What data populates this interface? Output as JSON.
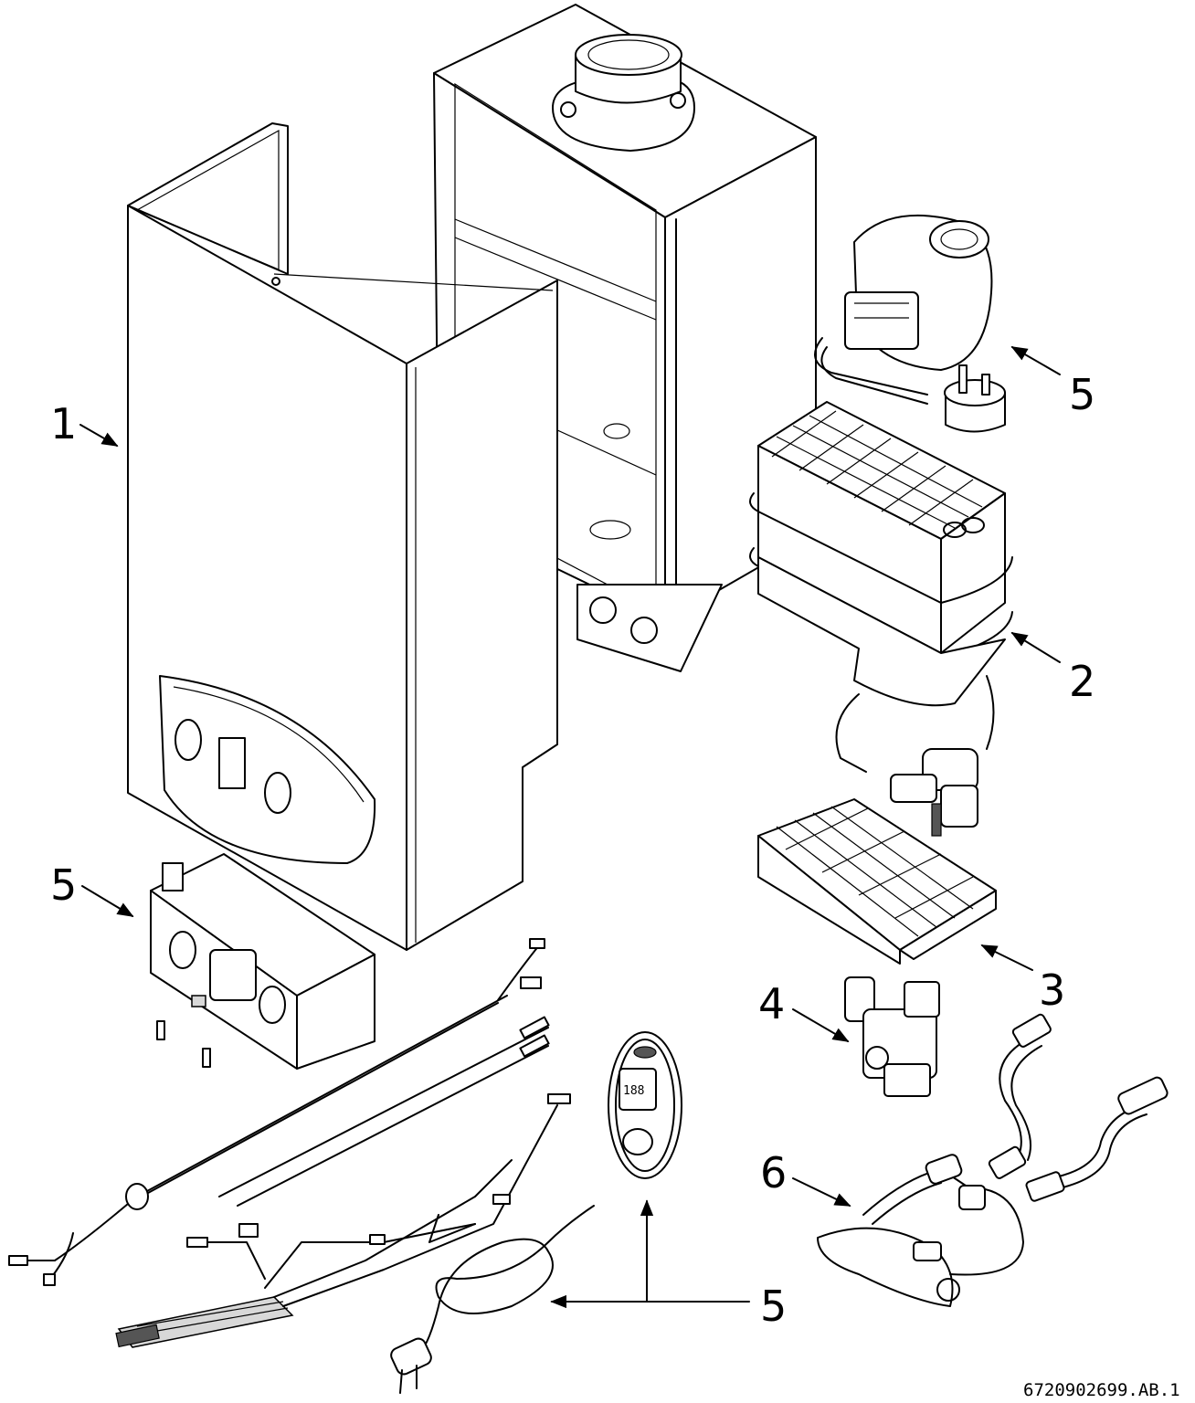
{
  "callouts": {
    "label_1": "1",
    "label_2": "2",
    "label_3": "3",
    "label_4": "4",
    "label_5_fan": "5",
    "label_5_control": "5",
    "label_5_bottom": "5",
    "label_6": "6"
  },
  "document_id": "6720902699.AB.1",
  "display_text": "188"
}
